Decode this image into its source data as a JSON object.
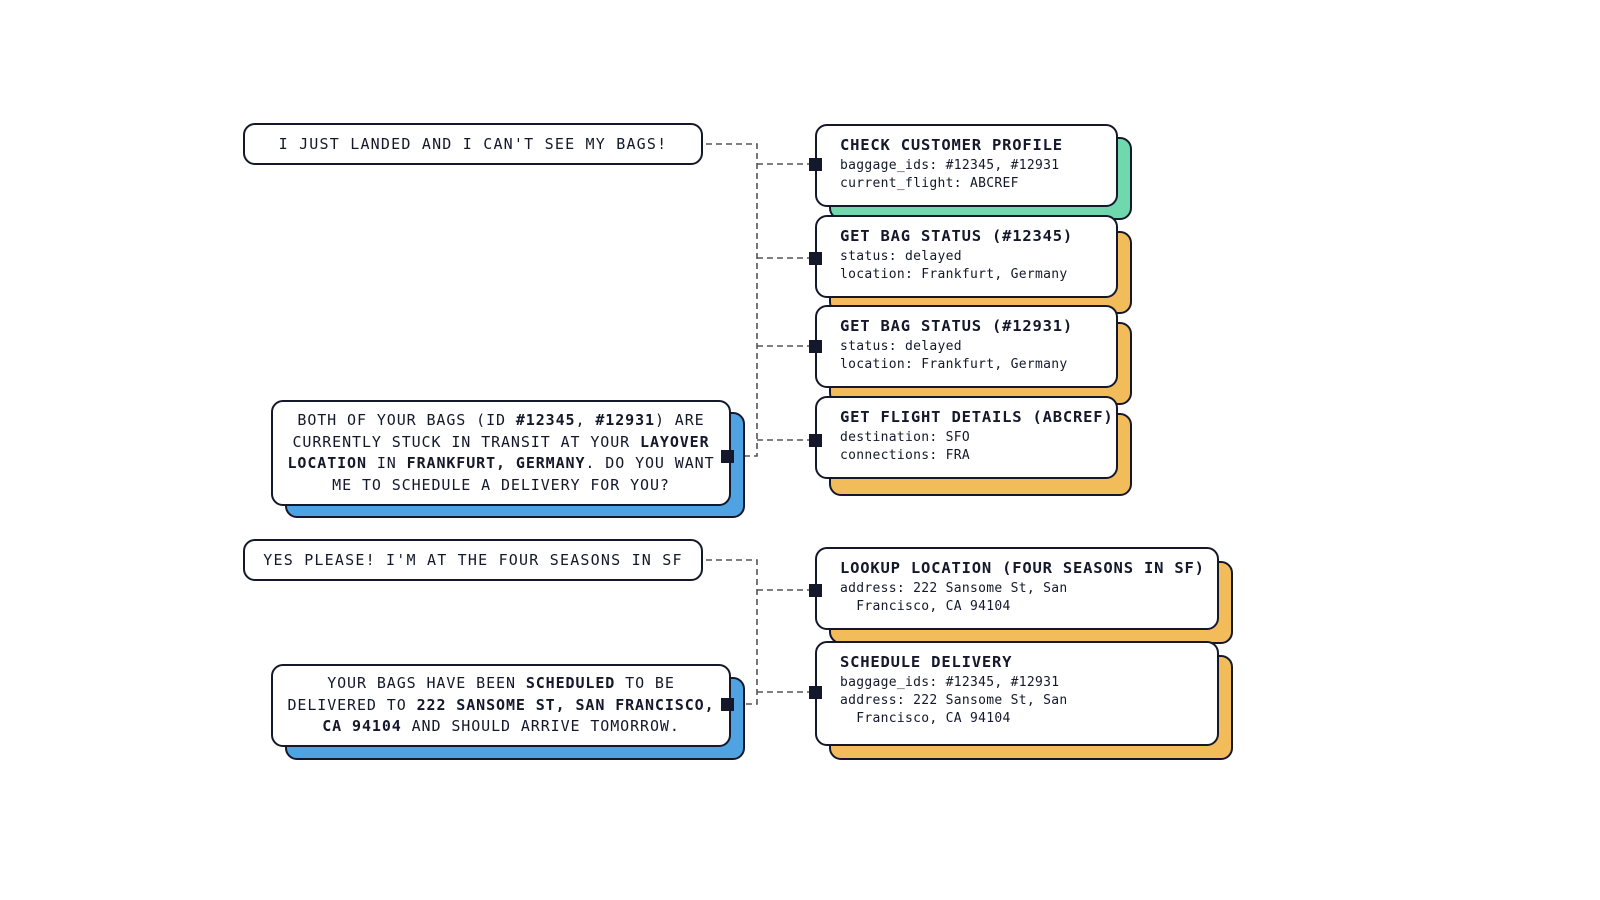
{
  "colors": {
    "ink": "#14182a",
    "green": "#6fd8ad",
    "orange": "#f2bc5a",
    "blue": "#4fa3e3",
    "connector": "#555555"
  },
  "messages": {
    "user_1": "I JUST LANDED AND I CAN'T SEE MY BAGS!",
    "agent_1": [
      {
        "t": "BOTH OF YOUR BAGS (ID "
      },
      {
        "t": "#12345",
        "b": true
      },
      {
        "t": ", "
      },
      {
        "t": "#12931",
        "b": true
      },
      {
        "t": ") ARE CURRENTLY STUCK IN TRANSIT AT YOUR "
      },
      {
        "t": "LAYOVER LOCATION",
        "b": true
      },
      {
        "t": " IN "
      },
      {
        "t": "FRANKFURT, GERMANY",
        "b": true
      },
      {
        "t": ". DO YOU WANT ME TO SCHEDULE A DELIVERY FOR YOU?"
      }
    ],
    "user_2": "YES PLEASE! I'M AT THE FOUR SEASONS IN SF",
    "agent_2": [
      {
        "t": "YOUR BAGS HAVE BEEN "
      },
      {
        "t": "SCHEDULED",
        "b": true
      },
      {
        "t": " TO BE DELIVERED TO "
      },
      {
        "t": "222 SANSOME ST, SAN FRANCISCO, CA 94104",
        "b": true
      },
      {
        "t": " AND SHOULD ARRIVE TOMORROW."
      }
    ]
  },
  "tools": [
    {
      "title": "CHECK CUSTOMER PROFILE",
      "lines": [
        "baggage_ids: #12345, #12931",
        "current_flight: ABCREF"
      ]
    },
    {
      "title": "GET BAG STATUS (#12345)",
      "lines": [
        "status: delayed",
        "location: Frankfurt, Germany"
      ]
    },
    {
      "title": "GET BAG STATUS (#12931)",
      "lines": [
        "status: delayed",
        "location: Frankfurt, Germany"
      ]
    },
    {
      "title": "GET FLIGHT DETAILS (ABCREF)",
      "lines": [
        "destination: SFO",
        "connections: FRA"
      ]
    },
    {
      "title": "LOOKUP LOCATION (FOUR SEASONS IN SF)",
      "lines": [
        "address: 222 Sansome St, San",
        "  Francisco, CA 94104"
      ]
    },
    {
      "title": "SCHEDULE DELIVERY",
      "lines": [
        "baggage_ids: #12345, #12931",
        "address: 222 Sansome St, San",
        "  Francisco, CA 94104"
      ]
    }
  ]
}
